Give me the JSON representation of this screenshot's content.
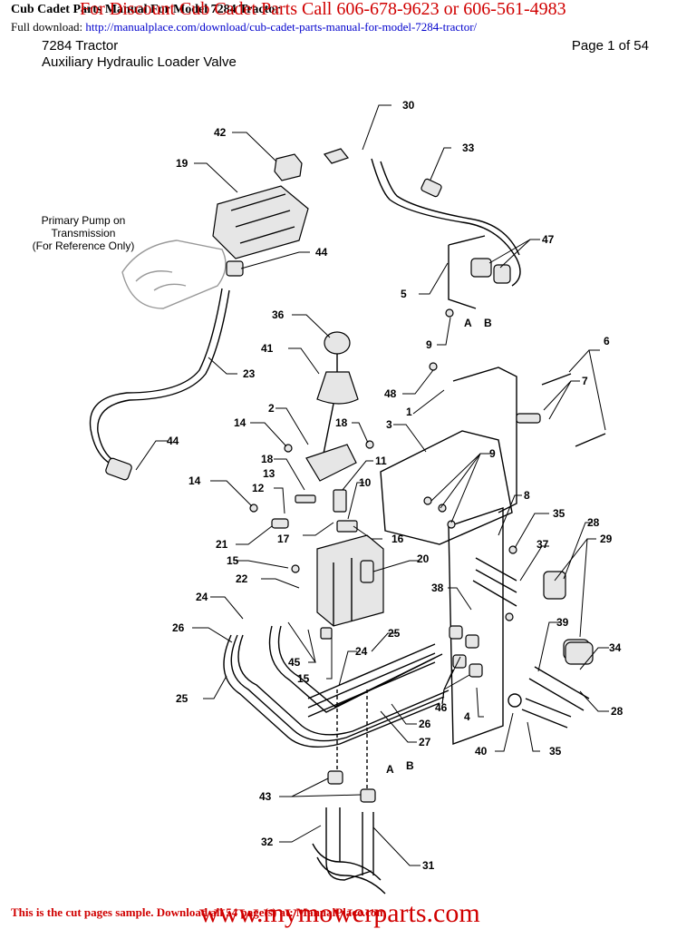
{
  "header": {
    "doc_title": "Cub Cadet Parts Manual For Model 7284 Tractor",
    "promo": "For Discount Cub Cadet Parts Call 606-678-9623 or 606-561-4983",
    "download_label": "Full download:",
    "download_url": "http://manualplace.com/download/cub-cadet-parts-manual-for-model-7284-tractor/"
  },
  "document": {
    "model": "7284 Tractor",
    "page": "Page 1 of 54",
    "section": "Auxiliary Hydraulic Loader Valve"
  },
  "diagram": {
    "reference_note": [
      "Primary Pump on",
      "Transmission",
      "(For Reference Only)"
    ],
    "part_callouts": [
      "30",
      "42",
      "33",
      "19",
      "47",
      "44",
      "5",
      "36",
      "9",
      "41",
      "23",
      "6",
      "7",
      "48",
      "1",
      "2",
      "14",
      "18",
      "3",
      "18",
      "11",
      "9",
      "44",
      "13",
      "10",
      "14",
      "12",
      "8",
      "35",
      "21",
      "17",
      "16",
      "28",
      "29",
      "15",
      "20",
      "37",
      "22",
      "38",
      "24",
      "39",
      "26",
      "45",
      "25",
      "34",
      "15",
      "24",
      "46",
      "28",
      "25",
      "26",
      "4",
      "40",
      "35",
      "27",
      "43",
      "32",
      "31"
    ],
    "port_labels": [
      "A",
      "B",
      "A",
      "B"
    ]
  },
  "footer": {
    "note": "This is the cut pages sample. Download all 54 page(s) at: ManualPlace.com",
    "url": "www.mymowerparts.com"
  }
}
